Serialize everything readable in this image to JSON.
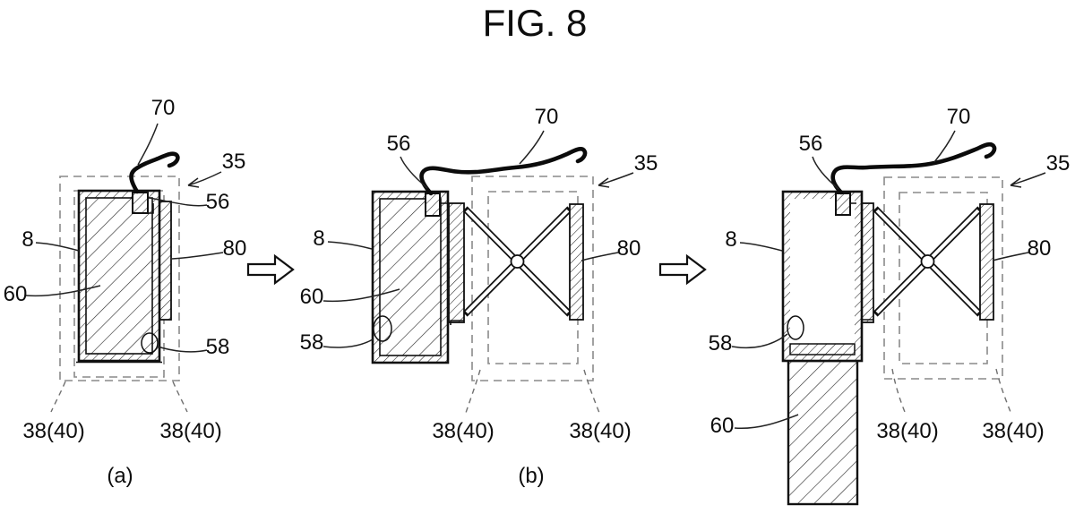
{
  "figure_title": "FIG. 8",
  "colors": {
    "ink": "#111111",
    "dashed_frame": "#8a8a8a",
    "background": "#ffffff"
  },
  "panels": {
    "a": {
      "caption": "(a)",
      "labels": {
        "l70": "70",
        "l35": "35",
        "l56": "56",
        "l8": "8",
        "l80": "80",
        "l60": "60",
        "l58": "58",
        "l38_left": "38(40)",
        "l38_right": "38(40)"
      }
    },
    "b": {
      "caption": "(b)",
      "labels": {
        "l56": "56",
        "l70": "70",
        "l35": "35",
        "l8": "8",
        "l80": "80",
        "l60": "60",
        "l58": "58",
        "l38_left": "38(40)",
        "l38_right": "38(40)"
      }
    },
    "c": {
      "labels": {
        "l56": "56",
        "l70": "70",
        "l35": "35",
        "l8": "8",
        "l80": "80",
        "l60": "60",
        "l58": "58",
        "l38_left": "38(40)",
        "l38_right": "38(40)"
      }
    }
  }
}
